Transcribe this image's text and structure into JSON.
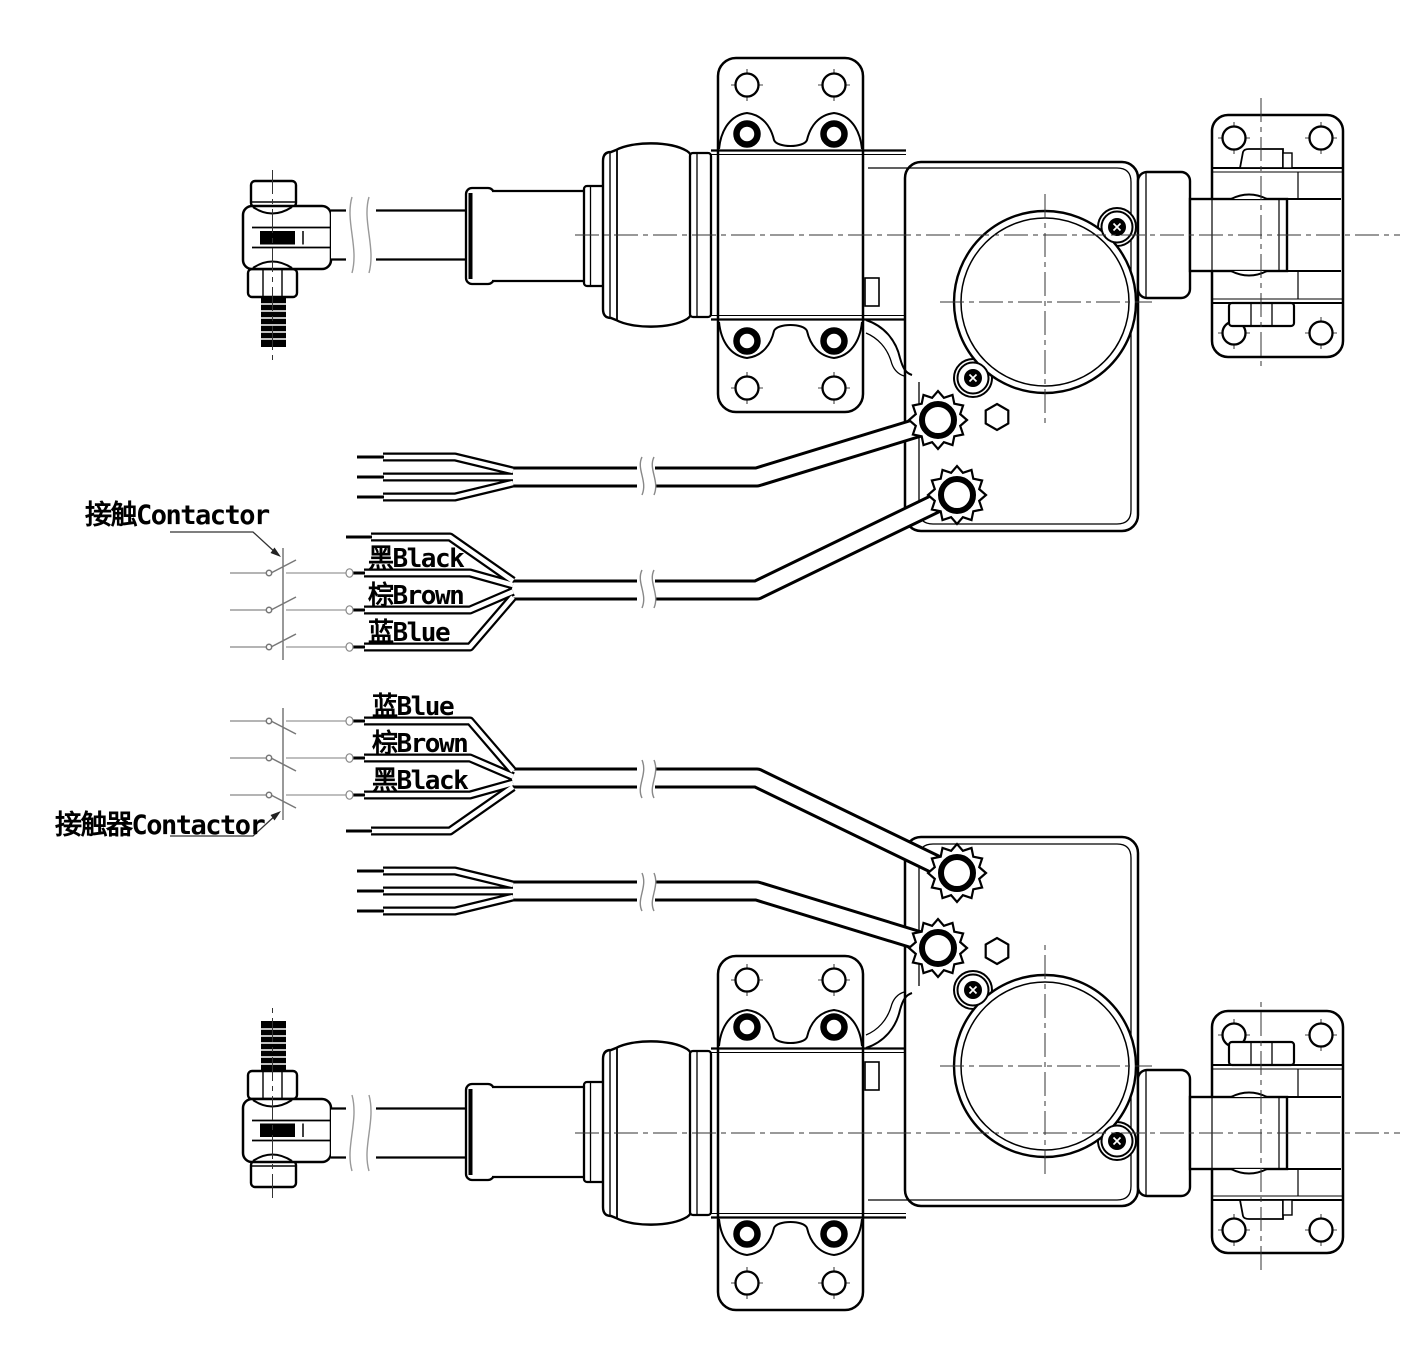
{
  "diagram": {
    "type": "technical_drawing",
    "description": "Two mirrored electric linear actuators shown with motor housings, mounting brackets, clevis rod ends, output cables and contactor wiring labels",
    "units": [
      {
        "position": "top",
        "contactor_label": "接触Contactor",
        "wires": [
          {
            "label": "黑Black"
          },
          {
            "label": "棕Brown"
          },
          {
            "label": "蓝Blue"
          }
        ]
      },
      {
        "position": "bottom",
        "contactor_label": "接触器Contactor",
        "wires": [
          {
            "label": "蓝Blue"
          },
          {
            "label": "棕Brown"
          },
          {
            "label": "黑Black"
          }
        ]
      }
    ],
    "colors": {
      "line": "#000000",
      "thin_line": "#888888",
      "background": "#ffffff"
    }
  }
}
